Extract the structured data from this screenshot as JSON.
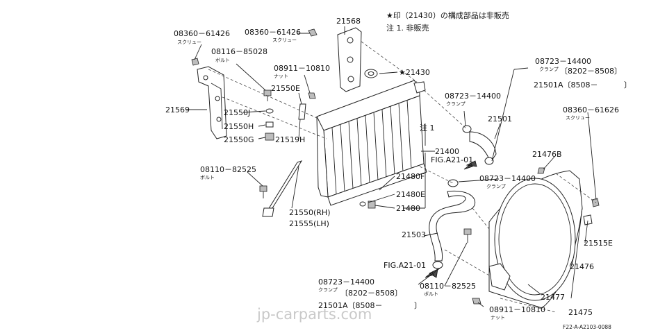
{
  "notes": {
    "line1": "★印（21430）の構成部品は非販売",
    "line2": "注 1. 非販売"
  },
  "labels": {
    "p08360_61426_a": "08360－61426",
    "p08360_61426_a_sub": "スクリュー",
    "p08360_61426_b": "08360－61426",
    "p08360_61426_b_sub": "スクリュー",
    "p21568": "21568",
    "p08116_85028": "08116－85028",
    "p08116_85028_sub": "ボルト",
    "p08911_10810_a": "08911－10810",
    "p08911_10810_a_sub": "ナット",
    "p21550E": "21550E",
    "p21569": "21569",
    "p21550J": "21550J",
    "p21550H": "21550H",
    "p21550G": "21550G",
    "p21519H": "21519H",
    "p21430": "★21430",
    "p08723_14400_a": "08723－14400",
    "p08723_14400_a_sub": "クランプ",
    "p8202_8508_a": "〔8202－8508〕",
    "p21501A_a": "21501A〔8508－",
    "p21501A_a_close": "〕",
    "p08723_14400_b": "08723－14400",
    "p08723_14400_b_sub": "クランプ",
    "p21501": "21501",
    "p08360_61626": "08360－61626",
    "p08360_61626_sub": "スクリュー",
    "chu1": "注 1",
    "p21400": "21400",
    "fig_a21_01_a": "FIG.A21-01",
    "p21476B": "21476B",
    "p08110_82525_a": "08110－82525",
    "p08110_82525_a_sub": "ボルト",
    "p21480F": "21480F",
    "p08723_14400_c": "08723－14400",
    "p08723_14400_c_sub": "クランプ",
    "p21480E": "21480E",
    "p21480": "21480",
    "p21550_rh": "21550(RH)",
    "p21555_lh": "21555(LH)",
    "p21503": "21503",
    "p21515E": "21515E",
    "p21476": "21476",
    "fig_a21_01_b": "FIG.A21-01",
    "p08723_14400_d": "08723－14400",
    "p08723_14400_d_sub": "クランプ",
    "p8202_8508_b": "〔8202－8508〕",
    "p21501A_b": "21501A〔8508－",
    "p21501A_b_close": "〕",
    "p08110_82525_b": "08110－82525",
    "p08110_82525_b_sub": "ボルト",
    "p21477": "21477",
    "p08911_10810_b": "08911－10810",
    "p08911_10810_b_sub": "ナット",
    "p21475": "21475"
  },
  "watermark": "jp-carparts.com",
  "figure_code": "F22-A-A2103-0088"
}
